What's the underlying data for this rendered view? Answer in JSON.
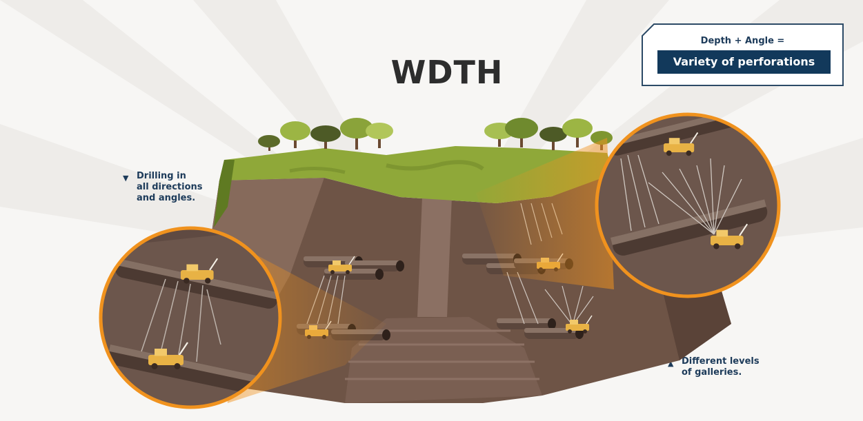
{
  "title": "WDTH",
  "info_box": {
    "heading": "Depth + Angle =",
    "highlight": "Variety of perforations"
  },
  "notes": {
    "left": {
      "marker": "▼",
      "text": "Drilling in\nall directions\nand angles."
    },
    "right": {
      "marker": "▲",
      "text": "Different levels\nof galleries."
    }
  },
  "colors": {
    "title": "#2d2d2d",
    "navy": "#12395b",
    "note_text": "#1d3b5a",
    "grass": "#8fa839",
    "earth": "#6e5446",
    "zoom_ring": "#f0921e",
    "machine": "#e8b245"
  }
}
